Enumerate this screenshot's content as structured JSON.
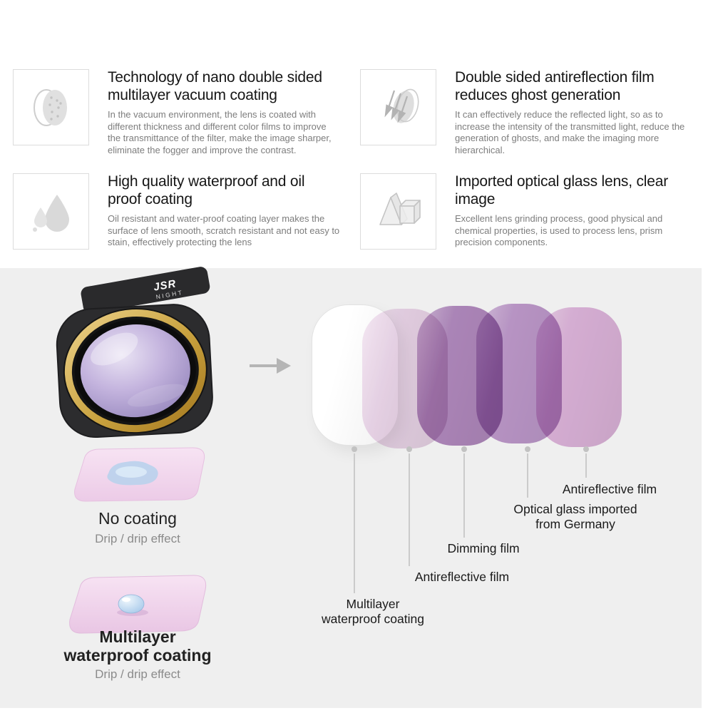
{
  "features": [
    {
      "icon": "coated-lens-icon",
      "title": "Technology of nano double sided multilayer vacuum coating",
      "body": "In the vacuum environment, the lens is coated with different thickness and different color films to improve the transmittance of the filter, make the image sharper, eliminate the fogger and improve the contrast."
    },
    {
      "icon": "lens-arrows-icon",
      "title": "Double sided antireflection film reduces ghost generation",
      "body": "It can effectively reduce the reflected light, so as to increase the intensity of the transmitted light, reduce the generation of ghosts, and make the imaging more hierarchical."
    },
    {
      "icon": "water-drops-icon",
      "title": "High quality waterproof and oil proof coating",
      "body": "Oil resistant and water-proof coating layer makes the surface of lens smooth, scratch resistant and not easy to stain, effectively protecting the lens"
    },
    {
      "icon": "prism-cube-icon",
      "title": "Imported optical glass lens, clear image",
      "body": "Excellent lens grinding process, good physical and chemical properties, is used to process lens, prism precision components."
    }
  ],
  "product": {
    "brand": "JSR",
    "model": "NIGHT"
  },
  "diagram": {
    "layers": [
      {
        "label": "Multilayer waterproof coating",
        "color": "#ffffff"
      },
      {
        "label": "Antireflective film",
        "color": "#eed7ec"
      },
      {
        "label": "Dimming film",
        "color": "#b287c0"
      },
      {
        "label": "Optical glass imported from Germany",
        "color": "#c098ce"
      },
      {
        "label": "Antireflective film",
        "color": "#e2b5df"
      }
    ]
  },
  "coating_demos": [
    {
      "title": "No coating",
      "subtitle": "Drip / drip effect"
    },
    {
      "title": "Multilayer waterproof coating",
      "subtitle": "Drip / drip effect"
    }
  ],
  "colors": {
    "section_bg": "#efefef",
    "accent_gold": "#c9a23f",
    "lens_purple": "#9183bd"
  }
}
